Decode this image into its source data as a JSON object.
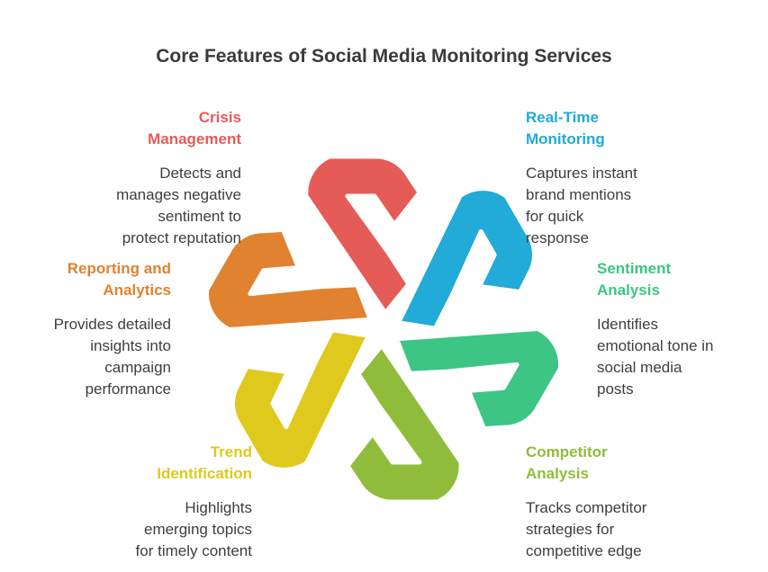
{
  "title": "Core Features of Social Media Monitoring Services",
  "features": [
    {
      "id": "crisis",
      "heading_lines": [
        "Crisis",
        "Management"
      ],
      "desc_lines": [
        "Detects and",
        "manages negative",
        "sentiment to",
        "protect reputation"
      ],
      "color": "#e55b58"
    },
    {
      "id": "realtime",
      "heading_lines": [
        "Real-Time",
        "Monitoring"
      ],
      "desc_lines": [
        "Captures instant",
        "brand mentions",
        "for quick",
        "response"
      ],
      "color": "#22aad8"
    },
    {
      "id": "reporting",
      "heading_lines": [
        "Reporting and",
        "Analytics"
      ],
      "desc_lines": [
        "Provides detailed",
        "insights into",
        "campaign",
        "performance"
      ],
      "color": "#e0822f"
    },
    {
      "id": "sentiment",
      "heading_lines": [
        "Sentiment",
        "Analysis"
      ],
      "desc_lines": [
        "Identifies",
        "emotional tone in",
        "social media",
        "posts"
      ],
      "color": "#3cc584"
    },
    {
      "id": "trend",
      "heading_lines": [
        "Trend",
        "Identification"
      ],
      "desc_lines": [
        "Highlights",
        "emerging topics",
        "for timely content"
      ],
      "color": "#dfc91c"
    },
    {
      "id": "competitor",
      "heading_lines": [
        "Competitor",
        "Analysis"
      ],
      "desc_lines": [
        "Tracks competitor",
        "strategies for",
        "competitive edge"
      ],
      "color": "#8fbd3b"
    }
  ]
}
